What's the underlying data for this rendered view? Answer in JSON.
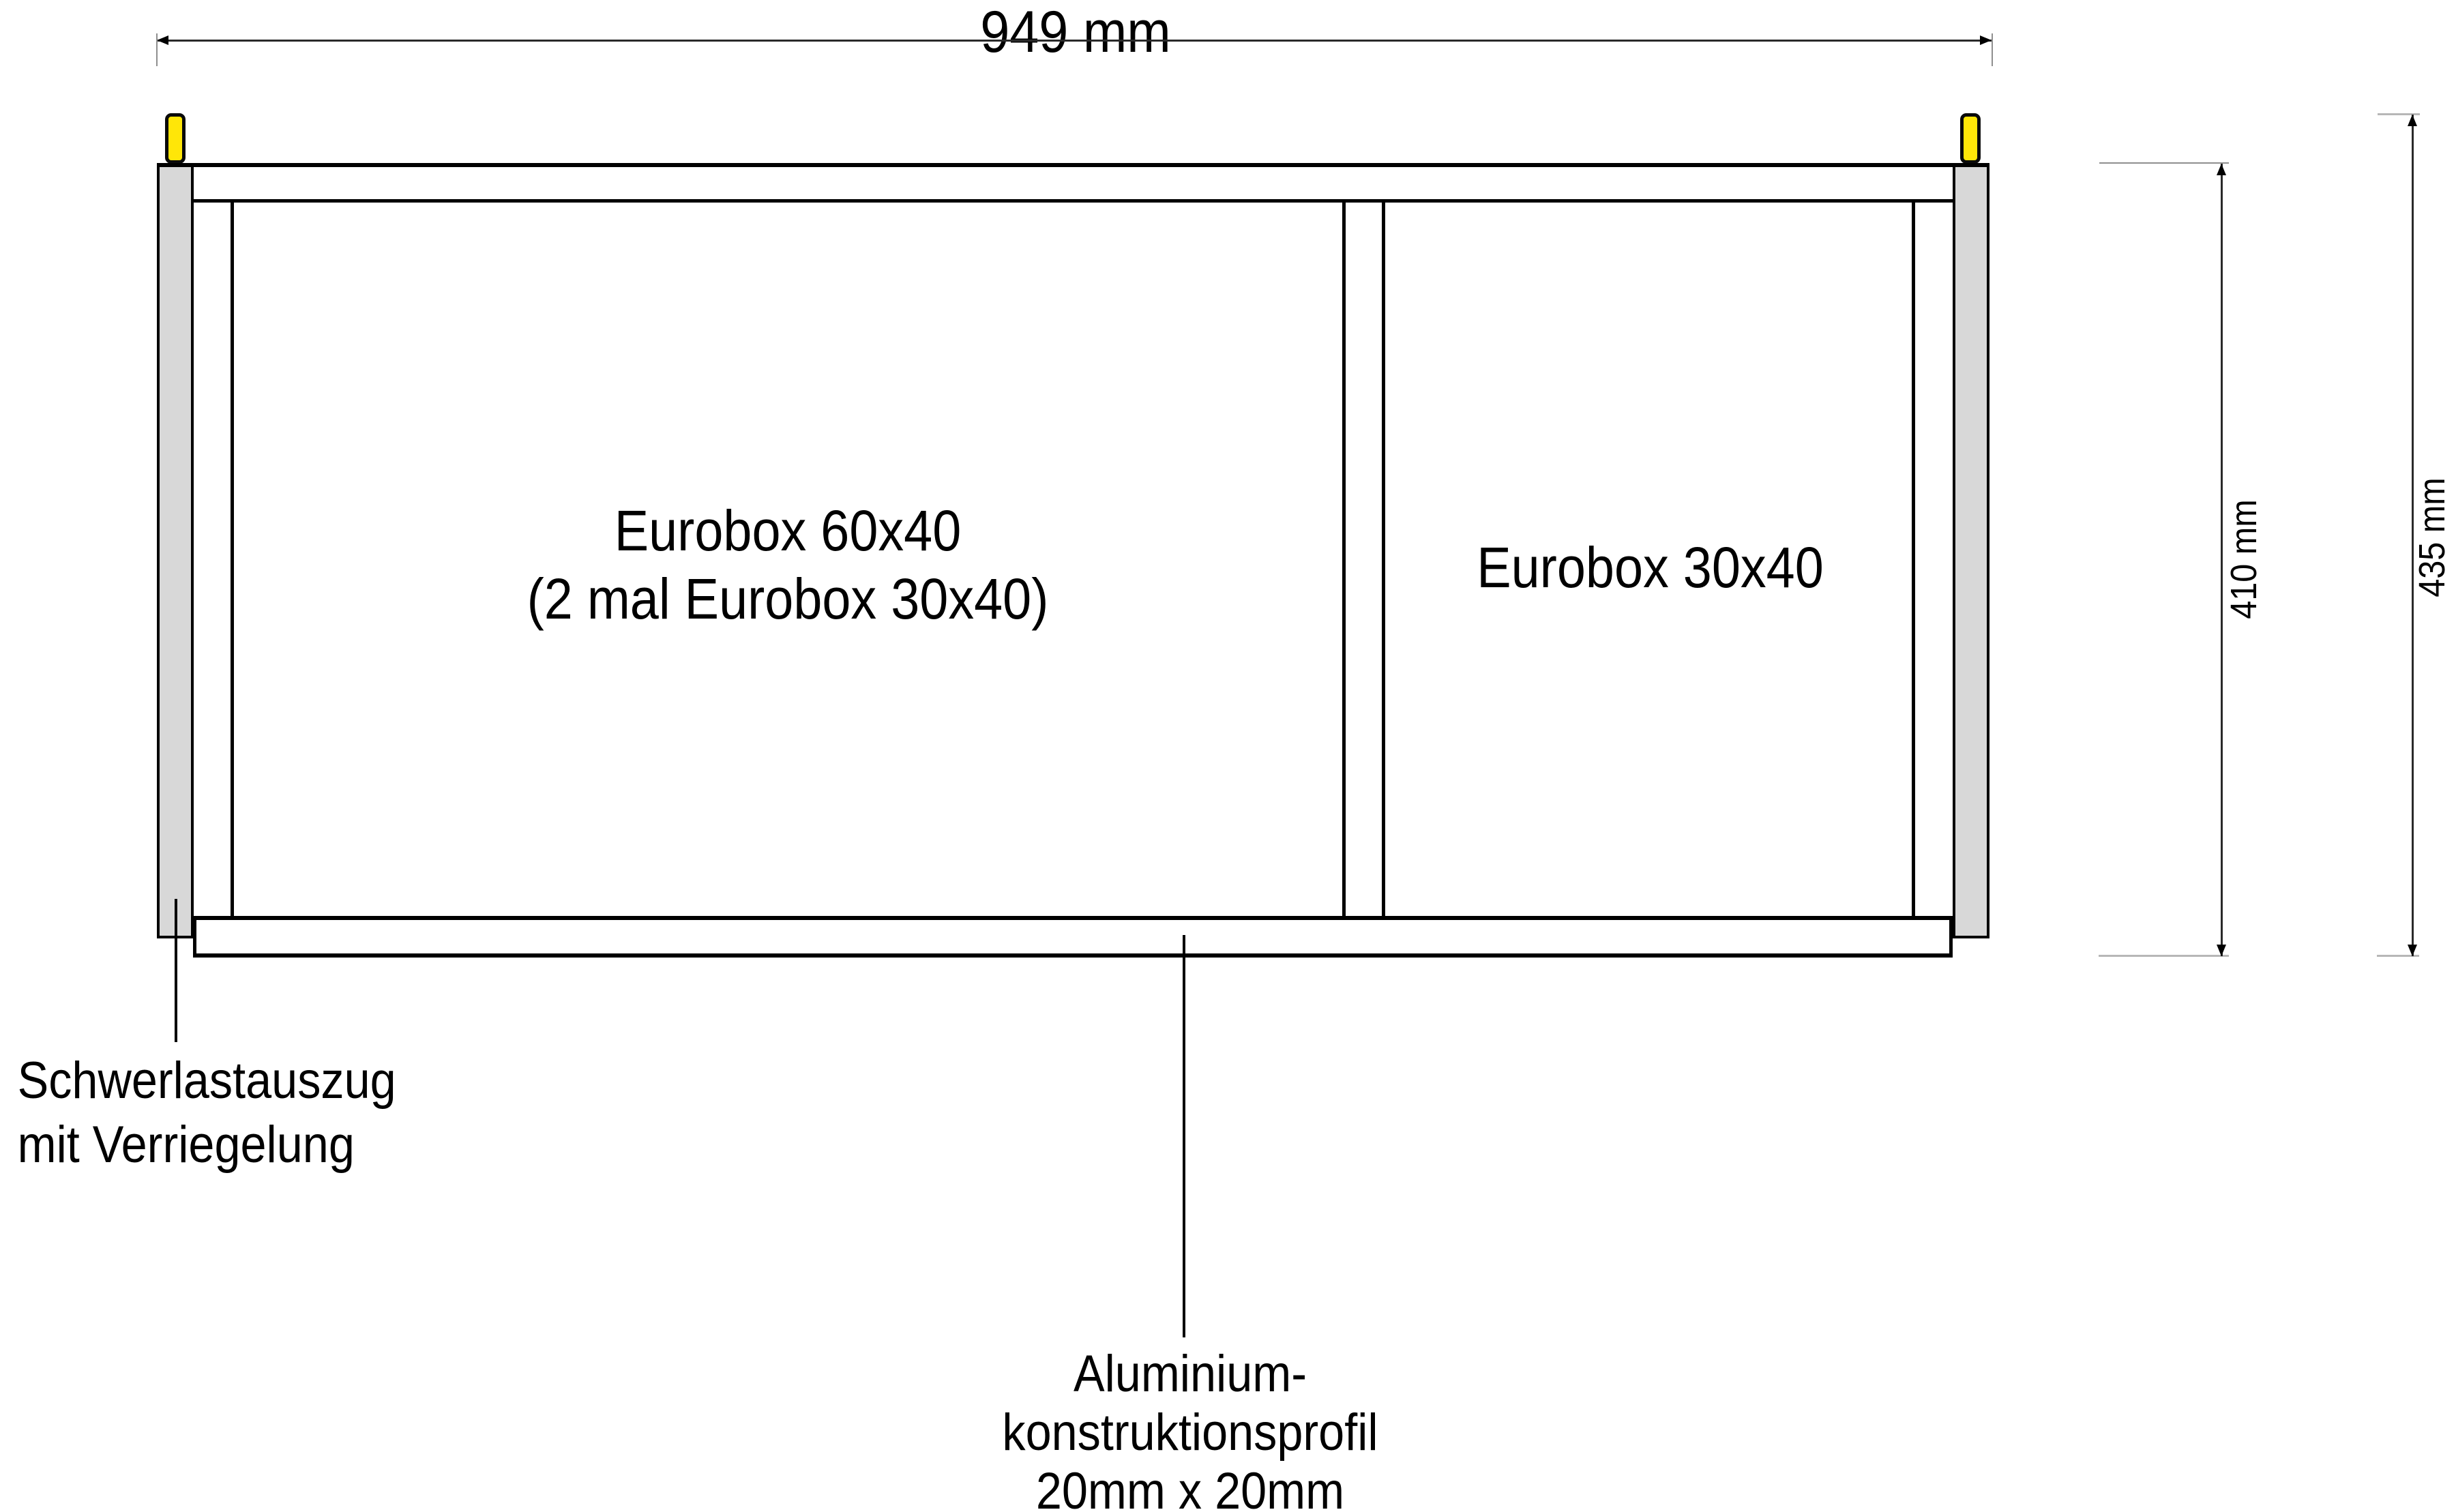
{
  "drawing_title": "Eurobox drawer plan view",
  "dimensions": {
    "width": "949 mm",
    "inner_height": "410 mm",
    "outer_height": "435 mm"
  },
  "compartments": {
    "left": {
      "line1": "Eurobox 60x40",
      "line2": "(2 mal Eurobox 30x40)"
    },
    "right": {
      "label": "Eurobox 30x40"
    }
  },
  "callouts": {
    "rail": {
      "line1": "Schwerlastauszug",
      "line2": "mit Verriegelung"
    },
    "profile": {
      "line1": "Aluminium-",
      "line2": "konstruktionsprofil",
      "line3": "20mm x 20mm"
    }
  },
  "colors": {
    "pin": "#ffe608",
    "rail": "#d8d8d8",
    "line": "#000000",
    "extension": "#8f8f8f"
  }
}
